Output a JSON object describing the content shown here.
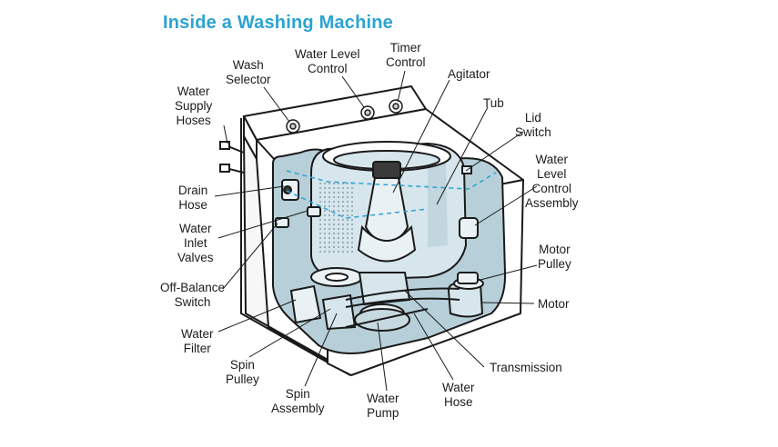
{
  "title": "Inside a Washing Machine",
  "labels": {
    "wash_selector": [
      "Wash",
      "Selector"
    ],
    "water_level_control": [
      "Water Level",
      "Control"
    ],
    "timer_control": [
      "Timer",
      "Control"
    ],
    "agitator": [
      "Agitator"
    ],
    "tub": [
      "Tub"
    ],
    "lid_switch": [
      "Lid",
      "Switch"
    ],
    "water_supply_hoses": [
      "Water",
      "Supply",
      "Hoses"
    ],
    "drain_hose": [
      "Drain",
      "Hose"
    ],
    "water_inlet_valves": [
      "Water",
      "Inlet",
      "Valves"
    ],
    "off_balance_switch": [
      "Off-Balance",
      "Switch"
    ],
    "water_filter": [
      "Water",
      "Filter"
    ],
    "spin_pulley": [
      "Spin",
      "Pulley"
    ],
    "spin_assembly": [
      "Spin",
      "Assembly"
    ],
    "water_pump": [
      "Water",
      "Pump"
    ],
    "water_hose": [
      "Water",
      "Hose"
    ],
    "transmission": [
      "Transmission"
    ],
    "motor": [
      "Motor"
    ],
    "motor_pulley": [
      "Motor",
      "Pulley"
    ],
    "water_level_control_assembly": [
      "Water",
      "Level",
      "Control",
      "Assembly"
    ]
  },
  "colors": {
    "title": "#2ba3d3",
    "interior": "#b7cfd8",
    "tub_fill": "#d6e6ec",
    "outline": "#1a1a1a",
    "cabinet": "#ffffff",
    "water_line": "#2ba3d3"
  }
}
